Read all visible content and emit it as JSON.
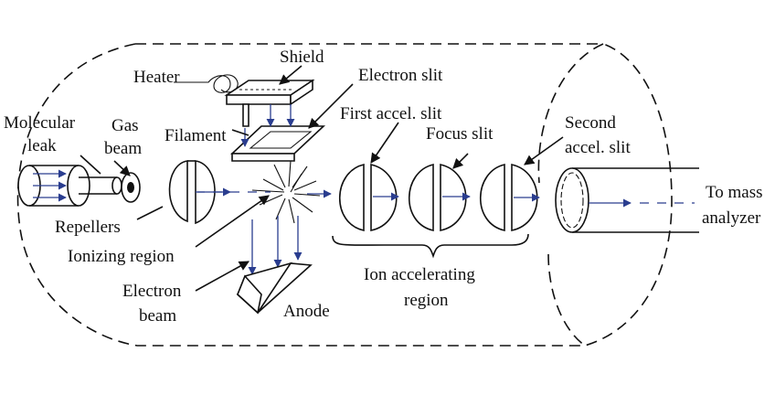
{
  "labels": {
    "heater": "Heater",
    "shield": "Shield",
    "electron_slit": "Electron slit",
    "first_accel_slit": "First accel. slit",
    "focus_slit": "Focus slit",
    "second_accel_slit_line1": "Second",
    "second_accel_slit_line2": "accel. slit",
    "molecular_leak_line1": "Molecular",
    "molecular_leak_line2": "leak",
    "gas_beam_line1": "Gas",
    "gas_beam_line2": "beam",
    "filament": "Filament",
    "to_mass_analyzer_line1": "To mass",
    "to_mass_analyzer_line2": "analyzer",
    "repellers": "Repellers",
    "ionizing_region": "Ionizing region",
    "electron_beam_line1": "Electron",
    "electron_beam_line2": "beam",
    "anode": "Anode",
    "ion_accelerating_region_line1": "Ion accelerating",
    "ion_accelerating_region_line2": "region"
  },
  "colors": {
    "beam": "#2a3d8f",
    "ink": "#111111",
    "background": "#ffffff"
  }
}
